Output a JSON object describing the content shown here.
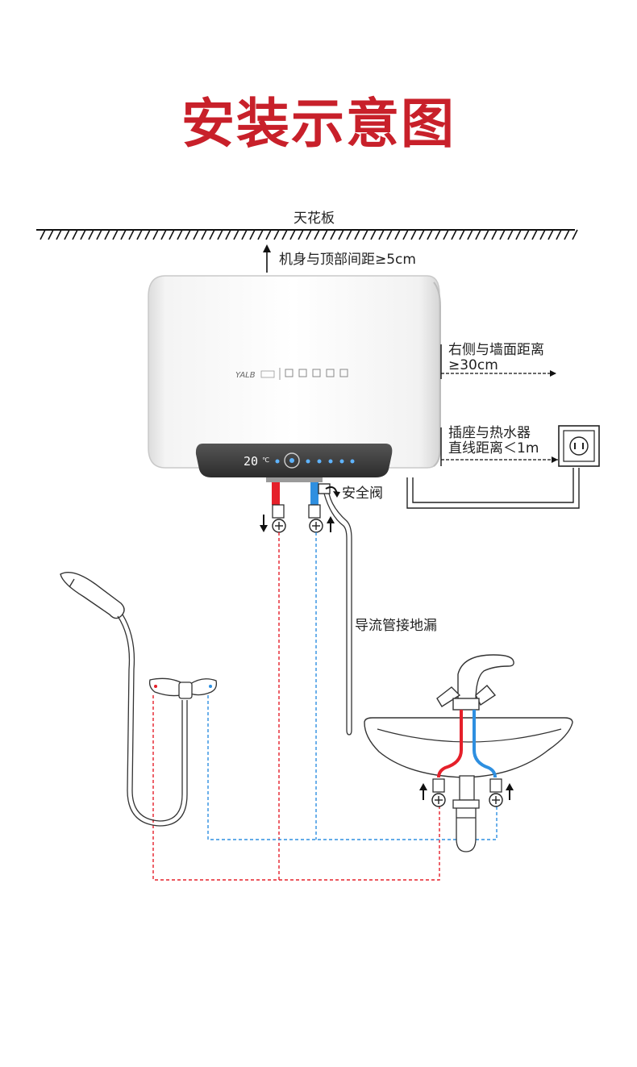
{
  "title": "安装示意图",
  "labels": {
    "ceiling": "天花板",
    "top_clearance": "机身与顶部间距≥5cm",
    "right_clearance_line1": "右侧与墙面距离",
    "right_clearance_line2": "≥30cm",
    "socket_distance_line1": "插座与热水器",
    "socket_distance_line2": "直线距离＜1m",
    "safety_valve": "安全阀",
    "drain_pipe": "导流管接地漏"
  },
  "heater": {
    "brand": "YALB",
    "display_temp": "20",
    "display_unit": "℃"
  },
  "colors": {
    "title_red": "#c8202a",
    "hot_line": "#e5202a",
    "cold_line": "#2e8fe0"
  }
}
